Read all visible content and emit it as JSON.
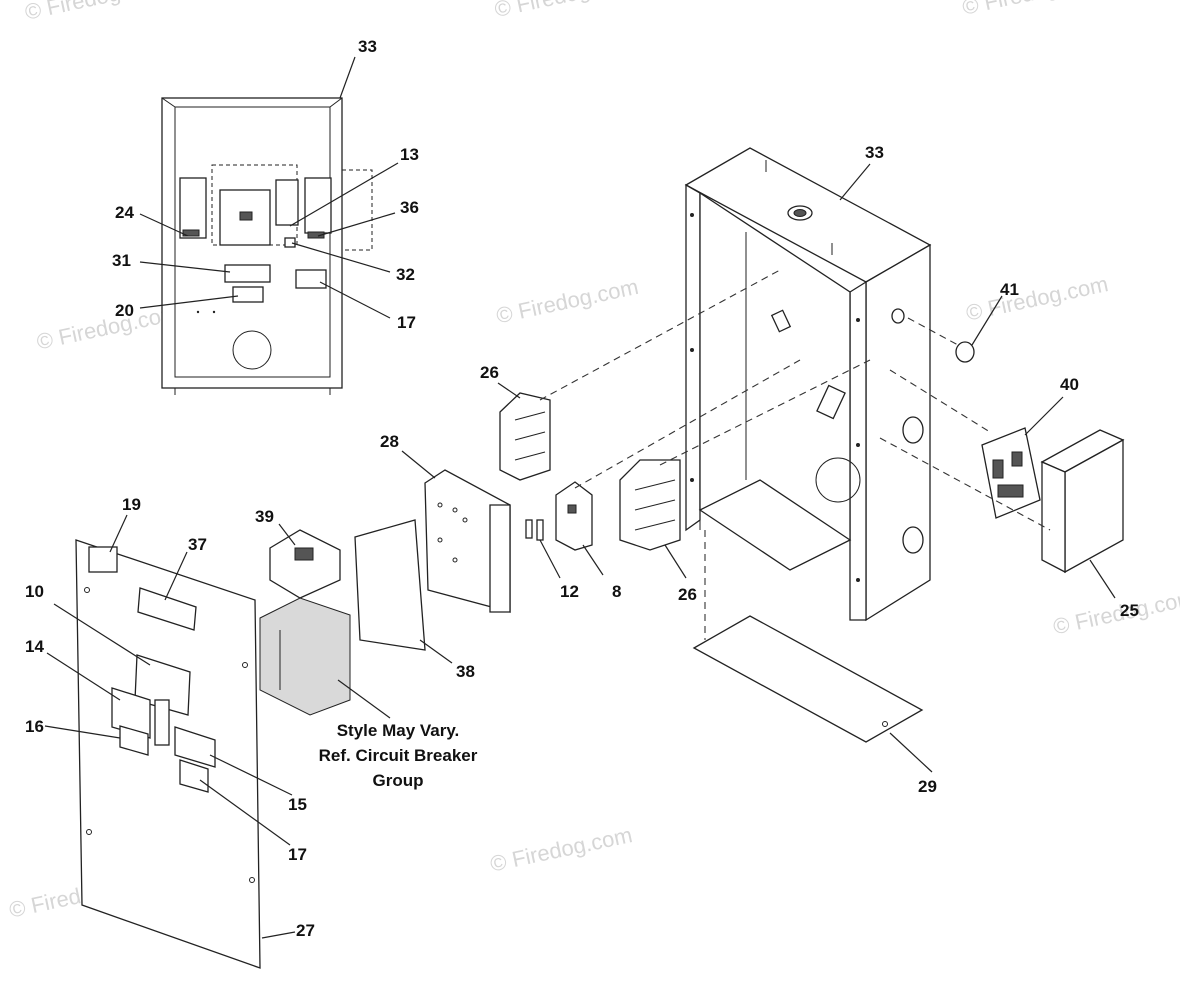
{
  "watermark": "© Firedog.com",
  "callouts": {
    "c33_top": "33",
    "c13": "13",
    "c24": "24",
    "c36": "36",
    "c31": "31",
    "c32": "32",
    "c20": "20",
    "c17_top": "17",
    "c33_enc": "33",
    "c41": "41",
    "c40": "40",
    "c26_a": "26",
    "c28": "28",
    "c8": "8",
    "c12": "12",
    "c26_b": "26",
    "c25": "25",
    "c39": "39",
    "c19": "19",
    "c37": "37",
    "c10": "10",
    "c14": "14",
    "c16": "16",
    "c15": "15",
    "c17_bot": "17",
    "c38": "38",
    "c27": "27",
    "c29": "29"
  },
  "note": {
    "line1": "Style May Vary.",
    "line2": "Ref. Circuit Breaker",
    "line3": "Group"
  }
}
